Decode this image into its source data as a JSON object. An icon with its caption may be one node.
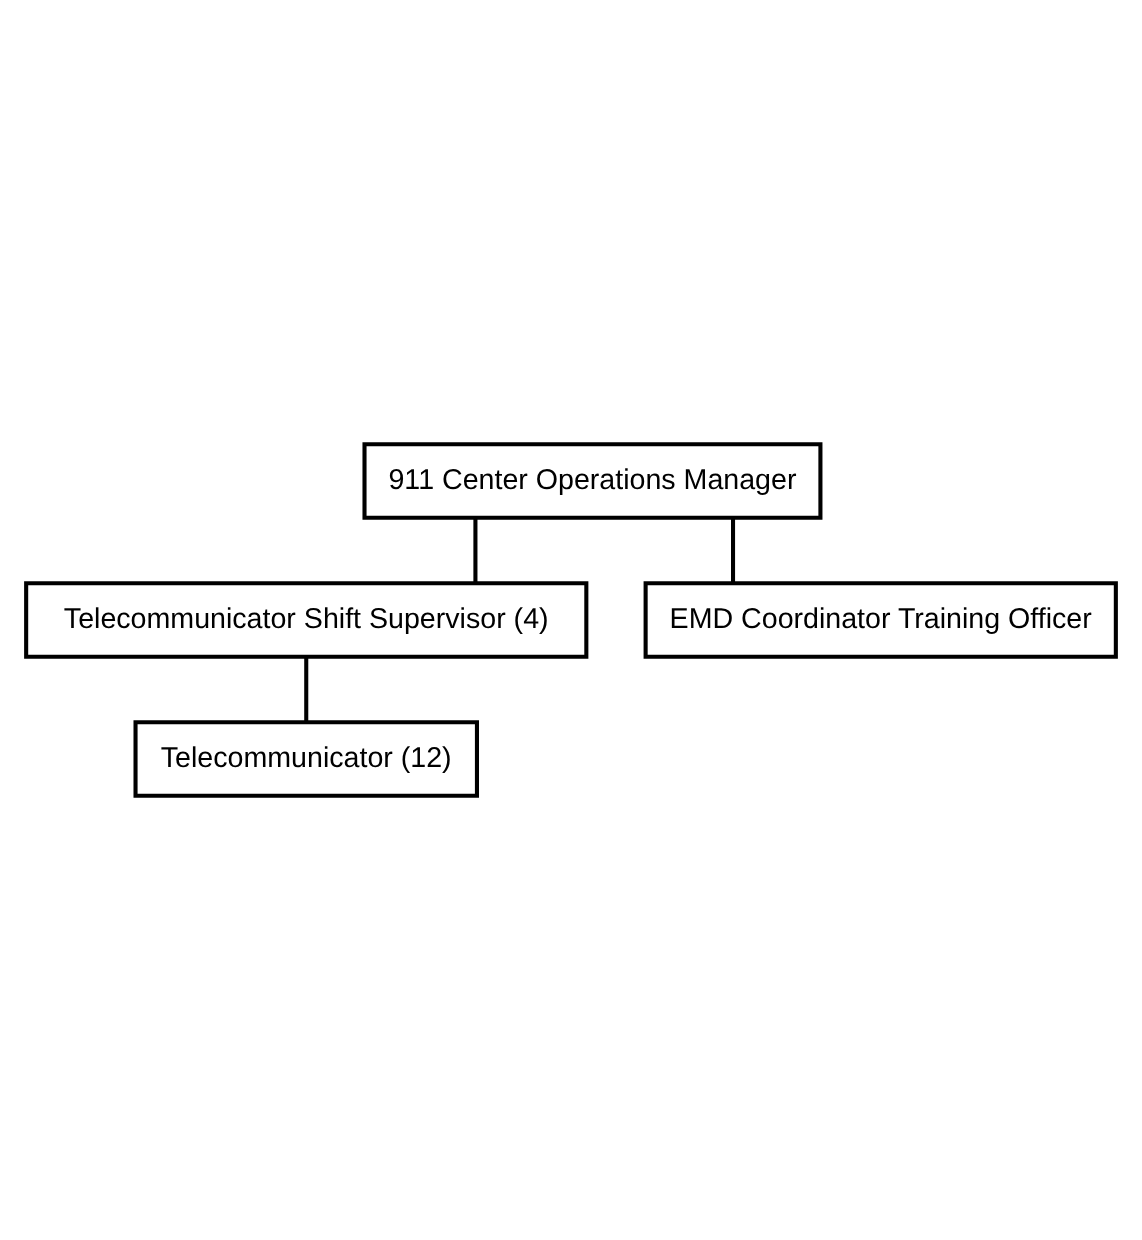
{
  "diagram": {
    "nodes": [
      {
        "text": [
          "911 Center Operations Manager"
        ]
      },
      {
        "text": [
          "Telecommunicator Shift Supervisor (4)"
        ]
      },
      {
        "text": [
          "Telecommunicator (12)"
        ]
      },
      {
        "text": [
          "EMD Coordinator Training Officer"
        ]
      }
    ],
    "edges": [
      {
        "from": 0,
        "to": 1,
        "arrow": "none"
      },
      {
        "from": 1,
        "to": 2,
        "arrow": "none"
      },
      {
        "from": 0,
        "to": 3,
        "arrow": "none"
      }
    ]
  }
}
